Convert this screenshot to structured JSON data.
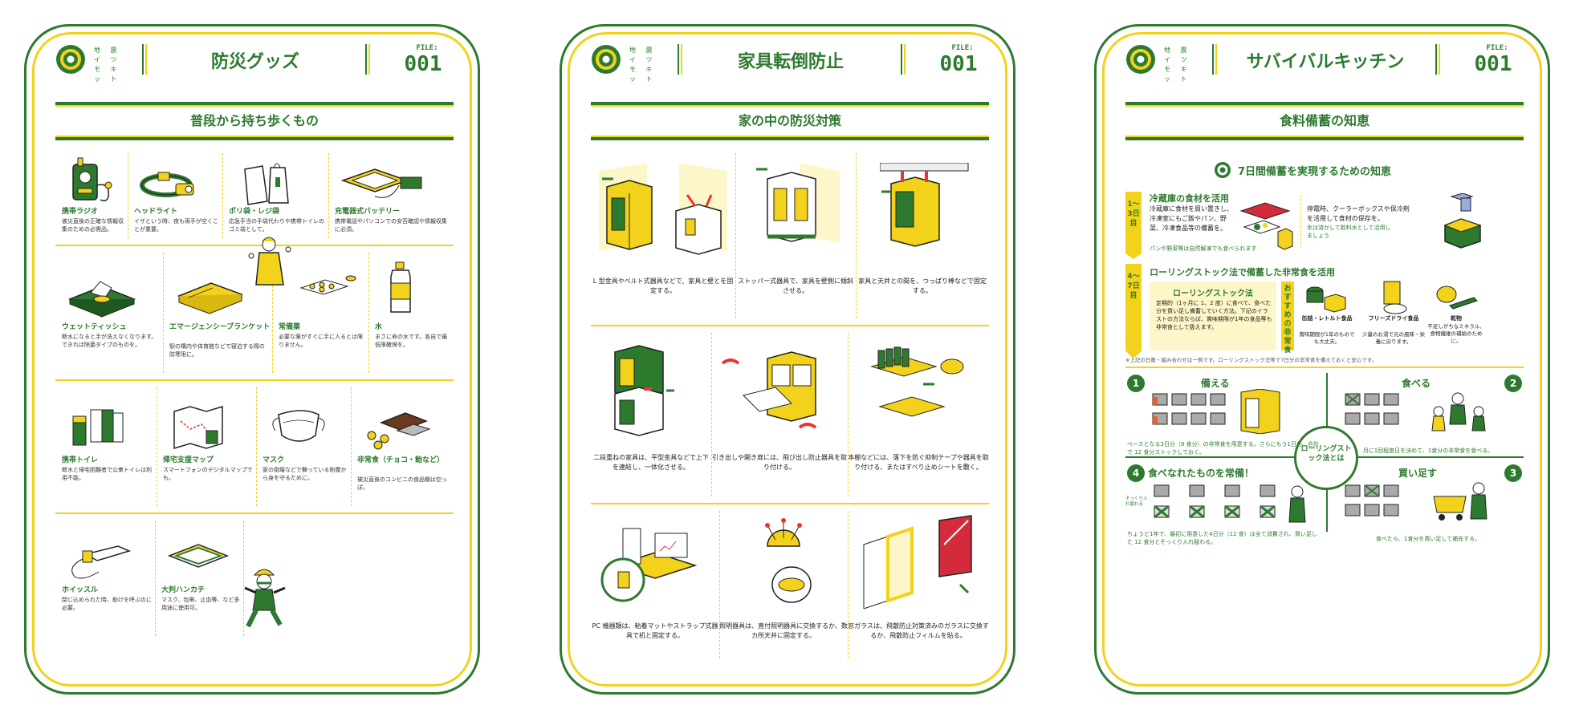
{
  "common": {
    "brand": "地 震 イ ツ モ キ ッ ト",
    "file_label": "FILE:",
    "file_number": "001"
  },
  "colors": {
    "green": "#2d7a2f",
    "yellow": "#f2d21b"
  },
  "card1": {
    "title": "防災グッズ",
    "subtitle": "普段から持ち歩くもの",
    "items": [
      {
        "name": "携帯ラジオ",
        "desc": "被災直後の正確な情報収集のための必需品。",
        "icon": "radio-icon"
      },
      {
        "name": "ヘッドライト",
        "desc": "イザという時、夜も両手が空くことが重要。",
        "icon": "headlight-icon"
      },
      {
        "name": "ポリ袋・レジ袋",
        "desc": "応急手当の手袋代わりや携帯トイレのゴミ袋として。",
        "icon": "plastic-bag-icon"
      },
      {
        "name": "充電器式バッテリー",
        "desc": "携帯電話やパソコンでの安否確認や情報収集に必須。",
        "icon": "battery-icon"
      },
      {
        "name": "ウェットティッシュ",
        "desc": "断水になると手が洗えなくなります。できれば除菌タイプのものを。",
        "icon": "wet-tissue-icon"
      },
      {
        "name": "エマージェンシーブランケット",
        "desc": "駅の構内や体育館などで寝泊する際の防寒用に。",
        "icon": "blanket-icon"
      },
      {
        "name": "常備薬",
        "desc": "必要な薬がすぐに手に入るとは限りません。",
        "icon": "medicine-icon"
      },
      {
        "name": "水",
        "desc": "まさに命の水です。各自で最低限確保を。",
        "icon": "water-bottle-icon"
      },
      {
        "name": "携帯トイレ",
        "desc": "断水と帰宅困難者で公衆トイレは利用不能。",
        "icon": "portable-toilet-icon"
      },
      {
        "name": "帰宅支援マップ",
        "desc": "スマートフォンのデジタルマップでも。",
        "icon": "map-icon"
      },
      {
        "name": "マスク",
        "desc": "家の倒壊などで舞っている粉塵から身を守るために。",
        "icon": "mask-icon"
      },
      {
        "name": "非常食（チョコ・飴など）",
        "desc": "被災直後のコンビニの食品棚は空っぽ。",
        "icon": "snack-icon"
      },
      {
        "name": "ホイッスル",
        "desc": "閉じ込められた時、助けを呼ぶのに必要。",
        "icon": "whistle-icon"
      },
      {
        "name": "大判ハンカチ",
        "desc": "マスク、包帯、止血等、など多用途に使用可。",
        "icon": "handkerchief-icon"
      }
    ]
  },
  "card2": {
    "title": "家具転倒防止",
    "subtitle": "家の中の防災対策",
    "tips": [
      {
        "caption": "L 型金具やベルト式器具などで、家具と壁とを固定する。"
      },
      {
        "caption": "ストッパー式器具で、家具を壁側に傾斜させる。"
      },
      {
        "caption": "家具と天井との間を、つっぱり棒などで固定する。"
      },
      {
        "caption": "二段重ねの家具は、平型金具などで上下を連結し、一体化させる。"
      },
      {
        "caption": "引き出しや開き扉には、飛び出し防止器具を取り付ける。"
      },
      {
        "caption": "本棚などには、落下を防ぐ抑制テープや器具を取り付ける、またはすべり止めシートを敷く。"
      },
      {
        "caption": "PC 機器類は、粘着マットやストラップ式器具で机と固定する。"
      },
      {
        "caption": "照明器具は、直付照明器具に交換するか、数カ所天井に固定する。"
      },
      {
        "caption": "窓ガラスは、飛散防止対策済みのガラスに交換するか、飛散防止フィルムを貼る。"
      }
    ]
  },
  "card3": {
    "title": "サバイバルキッチン",
    "subtitle": "食料備蓄の知恵",
    "heading": "7日間備蓄を実現するための知恵",
    "period1": "1〜3日目",
    "sec1_title": "冷蔵庫の食材を活用",
    "sec1_text": "冷蔵庫に食材を買い置きし、冷凍室にもご飯やパン、野菜、冷凍食品等の備蓄を。",
    "sec1_note": "パンや野菜等は自然解凍でも食べられます",
    "sec1_text2": "停電時、クーラーボックスや保冷剤を活用して食材の保存を。",
    "sec1_note2": "氷は溶かして飲料水として活用しましょう",
    "period2": "4〜7日目",
    "sec2_title": "ローリングストック法で備蓄した非常食を活用",
    "box_title": "ローリングストック法",
    "box_text": "定期的（1ヶ月に 1、2 度）に食べて、食べた分を買い足し備蓄していく方法。下記のイラストの方法ならば、賞味期限が1年の食品等も非常食として扱えます。",
    "recommend": "おすすめの非常食",
    "foods": [
      {
        "name": "缶詰・レトルト食品",
        "desc": "賞味期限が1年のものでも大丈夫。"
      },
      {
        "name": "フリーズドライ食品",
        "desc": "少量のお湯で元の風味・栄養に戻ります。"
      },
      {
        "name": "乾物",
        "desc": "不足しがちなミネラル、食物繊維の補給のために。"
      }
    ],
    "disclaimer": "※上記の日数・組み合わせは一例です。ローリングストック法等で7日分の非常食を備えておくと安心です。",
    "center": "ローリングストック法とは",
    "steps": [
      {
        "num": "1",
        "title": "備える",
        "desc": "ベースとなる3日分（9 食分）の非常食を用意する。さらにもう1日分、合計で 12 食分ストックしておく。"
      },
      {
        "num": "2",
        "title": "食べる",
        "desc": "月に1回程度日を決めて、1食分の非常食を食べる。"
      },
      {
        "num": "3",
        "title": "買い足す",
        "desc": "食べたら、1食分を買い足して補充する。"
      },
      {
        "num": "4",
        "title": "食べなれたものを常備！",
        "desc": "ちょうど1年で、最初に用意した4日分（12 食）は全て消費され、買い足した 12 食分とそっくり入れ替わる。"
      }
    ],
    "swap_label": "そっくり入れ替わる"
  }
}
